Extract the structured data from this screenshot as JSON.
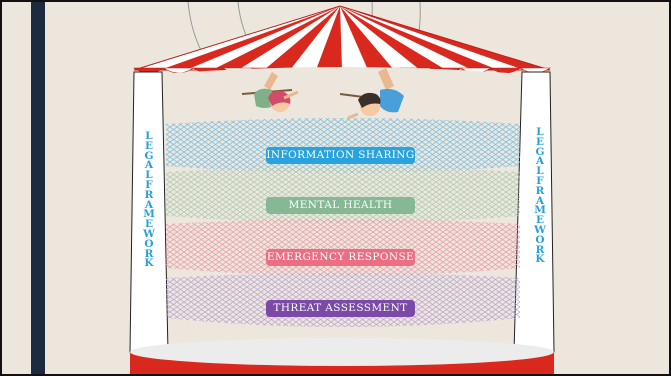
{
  "pillar_text": "LEGAL FRAMEWORK",
  "nets": [
    {
      "label": "INFORMATION SHARING",
      "color": "#29a3dd",
      "mesh": "#62b8e6"
    },
    {
      "label": "MENTAL HEALTH",
      "color": "#86b896",
      "mesh": "#9fc6a9"
    },
    {
      "label": "EMERGENCY RESPONSE",
      "color": "#ec6e83",
      "mesh": "#e88f9e"
    },
    {
      "label": "THREAT ASSESSMENT",
      "color": "#7b4aa7",
      "mesh": "#b09ad0"
    }
  ],
  "colors": {
    "background": "#ece6dc",
    "tent_red": "#d9291f",
    "tent_white": "#ffffff",
    "pillar_text": "#2aa0d8",
    "side_pole": "#1c2c3e"
  }
}
